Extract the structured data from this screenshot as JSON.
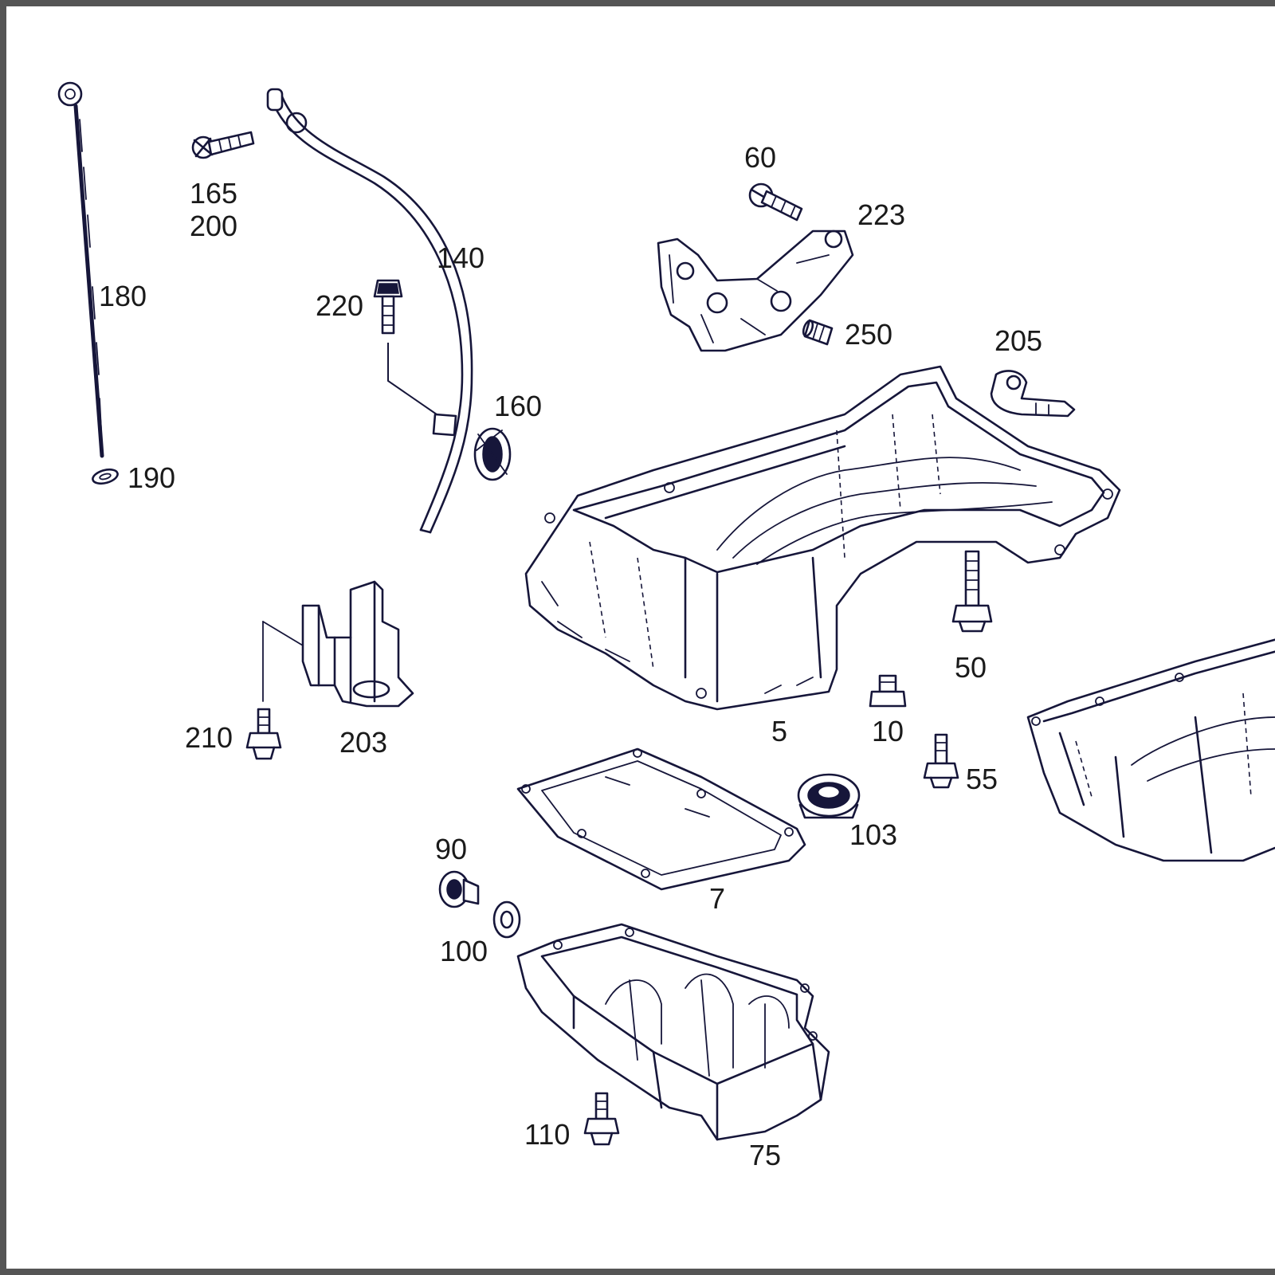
{
  "callouts": {
    "p180": "180",
    "p190": "190",
    "p165": "165",
    "p200": "200",
    "p140": "140",
    "p220": "220",
    "p160": "160",
    "p60": "60",
    "p223": "223",
    "p250": "250",
    "p205": "205",
    "p50": "50",
    "p5": "5",
    "p10": "10",
    "p55": "55",
    "p103": "103",
    "p7": "7",
    "p90": "90",
    "p100": "100",
    "p210": "210",
    "p203": "203",
    "p110": "110",
    "p75": "75"
  }
}
